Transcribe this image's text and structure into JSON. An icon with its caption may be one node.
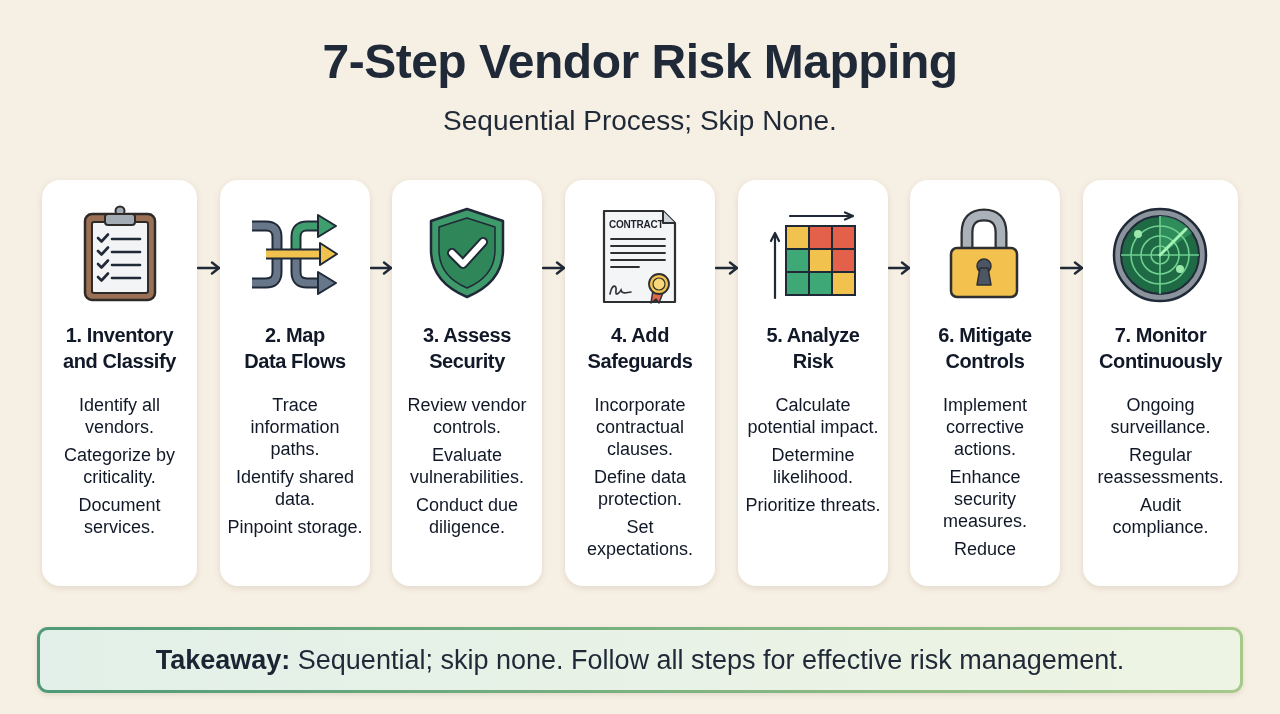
{
  "diagram": {
    "title": "7-Step Vendor Risk Mapping",
    "nodes": [
      {
        "text": [
          "1. Inventory and Classify",
          "Identify all vendors.",
          "Categorize by criticality.",
          "Document services."
        ]
      },
      {
        "text": [
          "2. Map Data Flows",
          "Trace information paths.",
          "Identify shared data.",
          "Pinpoint storage."
        ]
      },
      {
        "text": [
          "3. Assess Security",
          "Review vendor controls.",
          "Evaluate vulnerabilities.",
          "Conduct due diligence."
        ]
      },
      {
        "text": [
          "4. Add Safeguards",
          "Incorporate contractual clauses.",
          "Define data protection.",
          "Set expectations."
        ]
      },
      {
        "text": [
          "5. Analyze Risk",
          "Calculate potential impact.",
          "Determine likelihood.",
          "Prioritize threats."
        ]
      },
      {
        "text": [
          "6. Mitigate Controls",
          "Implement corrective actions.",
          "Enhance security measures.",
          "Reduce"
        ]
      },
      {
        "text": [
          "7. Monitor Continuously",
          "Ongoing surveillance.",
          "Regular reassessments.",
          "Audit compliance."
        ]
      },
      {
        "text": [
          "**Takeaway:** Sequential; skip none. Follow all steps for effective risk management."
        ]
      }
    ],
    "edges": [
      {
        "from": 0,
        "to": 1,
        "arrow": "to"
      },
      {
        "from": 1,
        "to": 2,
        "arrow": "to"
      },
      {
        "from": 2,
        "to": 3,
        "arrow": "to"
      },
      {
        "from": 3,
        "to": 4,
        "arrow": "to"
      },
      {
        "from": 4,
        "to": 5,
        "arrow": "to"
      },
      {
        "from": 5,
        "to": 6,
        "arrow": "to"
      }
    ],
    "labels": [
      "Sequential Process; Skip None.",
      "CONTRACT"
    ]
  }
}
